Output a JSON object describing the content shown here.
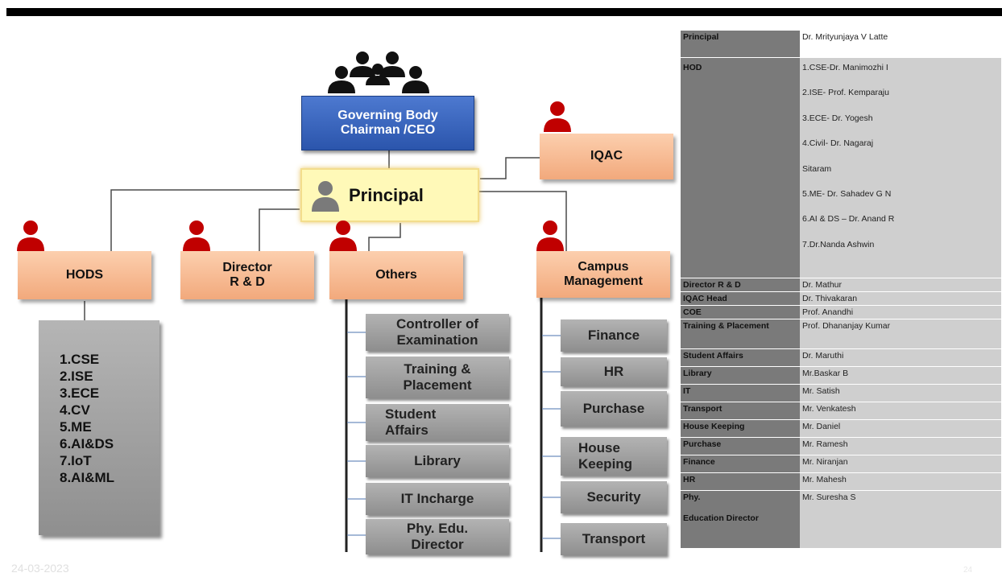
{
  "governing_body": "Governing Body\nChairman /CEO",
  "principal_box": "Principal",
  "iqac": "IQAC",
  "hods": "HODS",
  "director_rd": "Director\nR & D",
  "others": "Others",
  "campus_management": "Campus\nManagement",
  "departments": [
    "1.CSE",
    "2.ISE",
    "3.ECE",
    "4.CV",
    "5.ME",
    "6.AI&DS",
    "7.IoT",
    "8.AI&ML"
  ],
  "others_items": [
    "Controller of\nExamination",
    "Training &\nPlacement",
    "Student\nAffairs",
    "Library",
    "IT Incharge",
    "Phy. Edu.\nDirector"
  ],
  "campus_items": [
    "Finance",
    "HR",
    "Purchase",
    "House\nKeeping",
    "Security",
    "Transport"
  ],
  "table": {
    "principal": {
      "label": "Principal",
      "value": "Dr. Mrityunjaya V Latte"
    },
    "hod": {
      "label": "HOD",
      "values": [
        "1.CSE-Dr. Manimozhi I",
        "2.ISE- Prof. Kemparaju",
        "3.ECE- Dr. Yogesh",
        "4.Civil- Dr. Nagaraj",
        "Sitaram",
        "5.ME-  Dr. Sahadev  G N",
        "6.AI & DS –  Dr. Anand R",
        "7.Dr.Nanda Ashwin"
      ]
    },
    "rows": [
      {
        "label": "Director R & D",
        "value": "Dr. Mathur"
      },
      {
        "label": "IQAC Head",
        "value": "Dr. Thivakaran"
      },
      {
        "label": "COE",
        "value": "Prof. Anandhi"
      },
      {
        "label": "Training & Placement",
        "value": "Prof. Dhananjay Kumar"
      },
      {
        "label": "Student Affairs",
        "value": "Dr. Maruthi"
      },
      {
        "label": "Library",
        "value": "Mr.Baskar B"
      },
      {
        "label": "IT",
        "value": "Mr. Satish"
      },
      {
        "label": "Transport",
        "value": "Mr. Venkatesh"
      },
      {
        "label": "House Keeping",
        "value": "Mr. Daniel"
      },
      {
        "label": "Purchase",
        "value": "Mr. Ramesh"
      },
      {
        "label": "Finance",
        "value": "Mr. Niranjan"
      },
      {
        "label": "HR",
        "value": "Mr. Mahesh"
      },
      {
        "label": "Phy.\n\nEducation Director",
        "value": "Mr. Suresha S"
      }
    ]
  },
  "footer": {
    "date": "24-03-2023",
    "page": "24"
  },
  "colors": {
    "peach": "#f4b183",
    "gov_blue": "#2f5cb8",
    "person_red": "#c00000",
    "gray_box": "#a6a6a6"
  }
}
